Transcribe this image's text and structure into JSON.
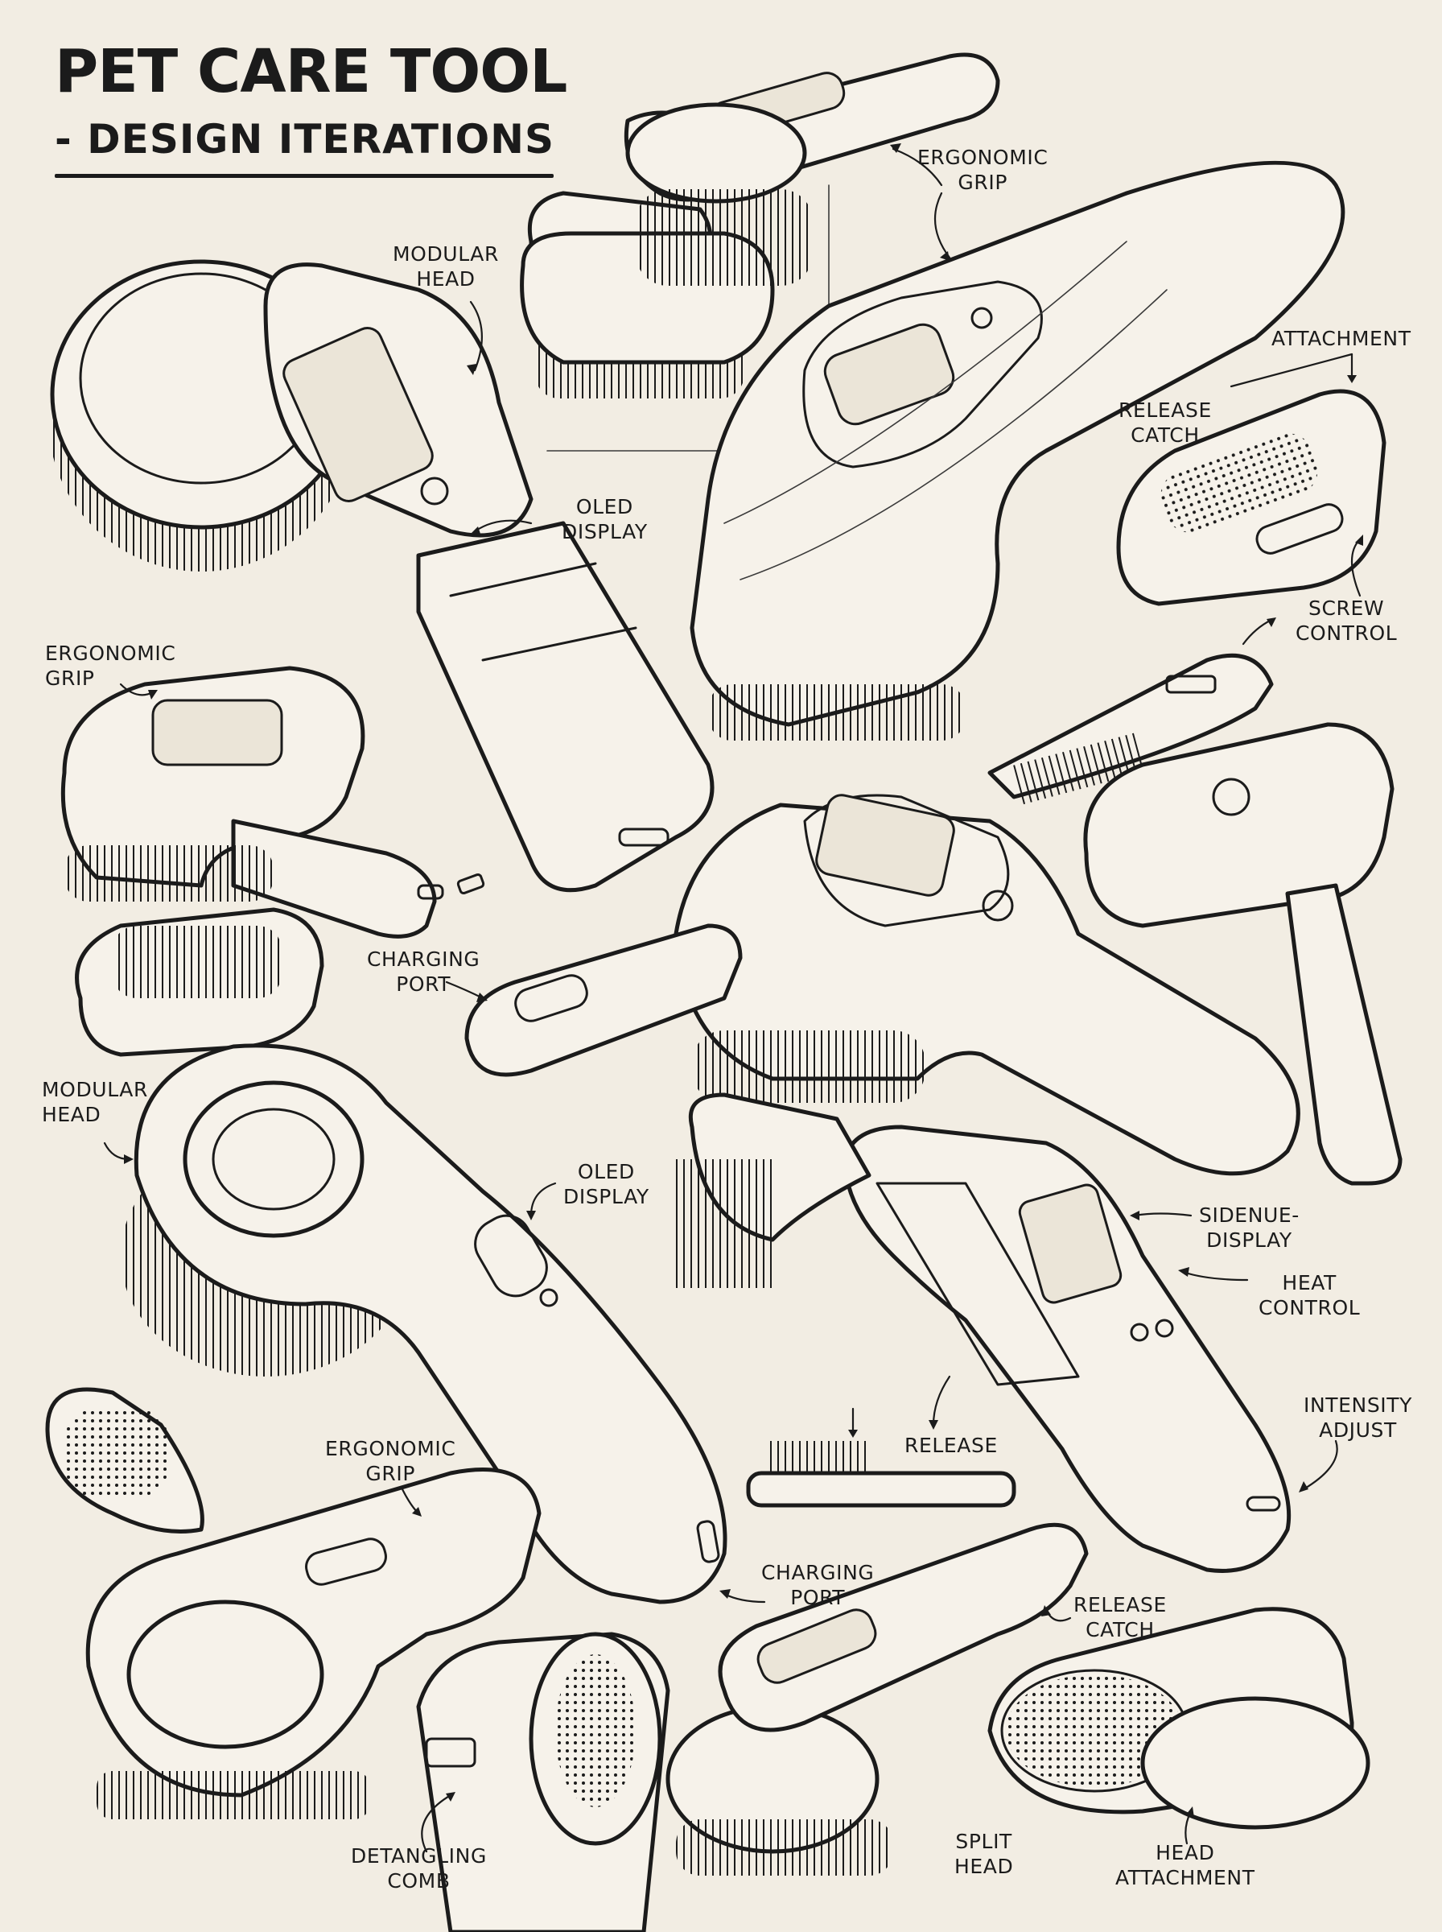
{
  "header": {
    "title": "PET CARE TOOL",
    "subtitle": "- DESIGN ITERATIONS"
  },
  "labels": [
    {
      "id": "ergonomic-grip-top",
      "text": "ERGONOMIC\nGRIP"
    },
    {
      "id": "modular-head-top",
      "text": "MODULAR\nHEAD"
    },
    {
      "id": "attachment",
      "text": "ATTACHMENT"
    },
    {
      "id": "release-catch-top",
      "text": "RELEASE\nCATCH"
    },
    {
      "id": "oled-display-top",
      "text": "OLED\nDISPLAY"
    },
    {
      "id": "screw-control",
      "text": "SCREW\nCONTROL"
    },
    {
      "id": "ergonomic-grip-left",
      "text": "ERGONOMIC\nGRIP"
    },
    {
      "id": "charging-port-mid",
      "text": "CHARGING\nPORT"
    },
    {
      "id": "modular-head-left",
      "text": "MODULAR\nHEAD"
    },
    {
      "id": "oled-display-mid",
      "text": "OLED\nDISPLAY"
    },
    {
      "id": "sidenue-display",
      "text": "SIDENUE-\nDISPLAY"
    },
    {
      "id": "heat-control",
      "text": "HEAT\nCONTROL"
    },
    {
      "id": "intensity-adjust",
      "text": "INTENSITY\nADJUST"
    },
    {
      "id": "release",
      "text": "RELEASE"
    },
    {
      "id": "ergonomic-grip-bottom",
      "text": "ERGONOMIC\nGRIP"
    },
    {
      "id": "charging-port-bottom",
      "text": "CHARGING\nPORT"
    },
    {
      "id": "release-catch-bottom",
      "text": "RELEASE\nCATCH"
    },
    {
      "id": "detangling-comb",
      "text": "DETANGLING\nCOMB"
    },
    {
      "id": "split-head",
      "text": "SPLIT\nHEAD"
    },
    {
      "id": "head-attachment",
      "text": "HEAD\nATTACHMENT"
    }
  ]
}
